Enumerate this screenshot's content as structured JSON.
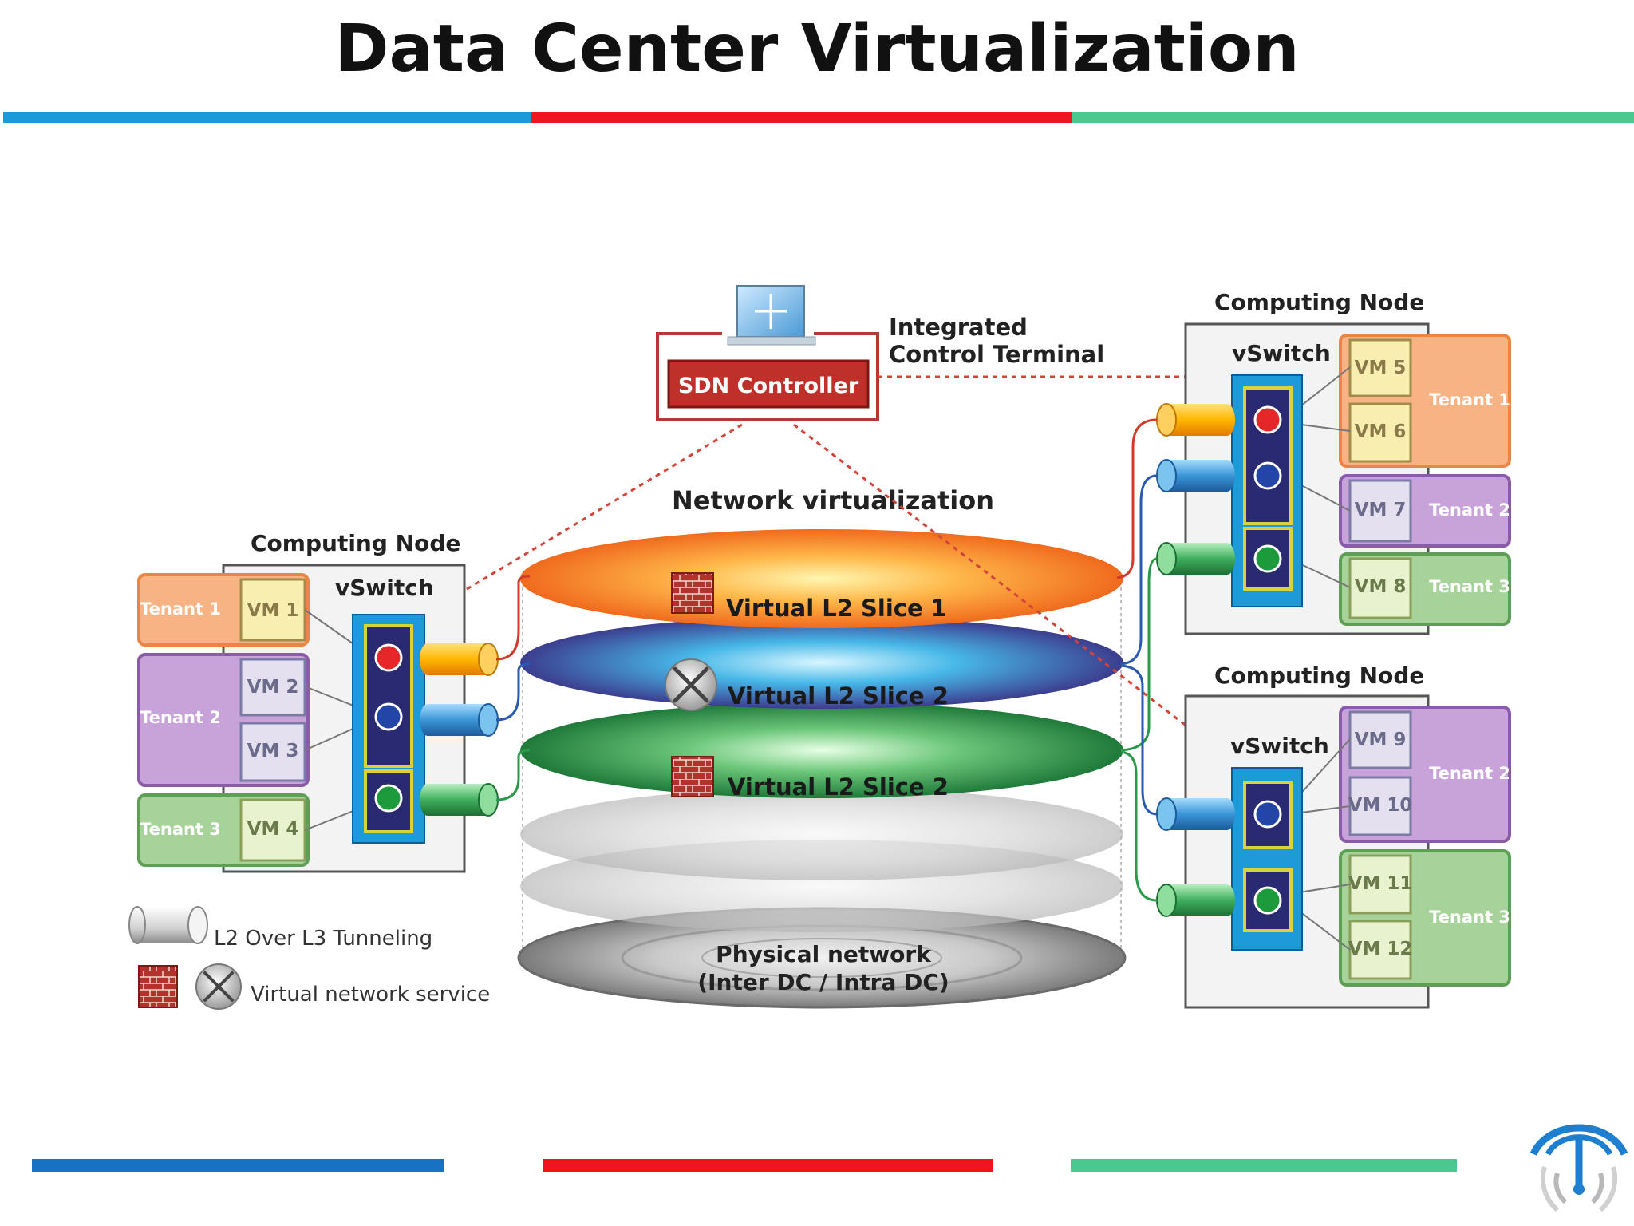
{
  "slide": {
    "title": "Data Center Virtualization",
    "colors": {
      "blue": "#1a9ad8",
      "red": "#f0141e",
      "green": "#49c98f",
      "footer_blue": "#1872c4"
    }
  },
  "diagram": {
    "terminal_label_line1": "Integrated",
    "terminal_label_line2": "Control Terminal",
    "sdn_controller": "SDN Controller",
    "network_virtualization": "Network virtualization",
    "slices": [
      "Virtual L2 Slice 1",
      "Virtual L2 Slice 2",
      "Virtual L2 Slice 2"
    ],
    "physical_network_line1": "Physical network",
    "physical_network_line2": "(Inter DC / Intra DC)",
    "left_node": {
      "title": "Computing Node",
      "vswitch": "vSwitch",
      "tenants": [
        {
          "label": "Tenant 1",
          "color": "orange"
        },
        {
          "label": "Tenant 2",
          "color": "purple"
        },
        {
          "label": "Tenant 3",
          "color": "green"
        }
      ],
      "vms": [
        "VM 1",
        "VM 2",
        "VM 3",
        "VM 4"
      ]
    },
    "right_top_node": {
      "title": "Computing Node",
      "vswitch": "vSwitch",
      "tenants": [
        {
          "label": "Tenant 1",
          "color": "orange"
        },
        {
          "label": "Tenant 2",
          "color": "purple"
        },
        {
          "label": "Tenant 3",
          "color": "green"
        }
      ],
      "vms": [
        "VM 5",
        "VM 6",
        "VM 7",
        "VM 8"
      ]
    },
    "right_bottom_node": {
      "title": "Computing Node",
      "vswitch": "vSwitch",
      "tenants": [
        {
          "label": "Tenant 2",
          "color": "purple"
        },
        {
          "label": "Tenant 3",
          "color": "green"
        }
      ],
      "vms": [
        "VM 9",
        "VM 10",
        "VM 11",
        "VM 12"
      ]
    },
    "legend": {
      "tunneling": "L2 Over L3 Tunneling",
      "service": "Virtual network service"
    }
  },
  "icons": {
    "logo": "antenna-logo-icon",
    "firewall": "firewall-icon",
    "service": "network-service-icon"
  }
}
